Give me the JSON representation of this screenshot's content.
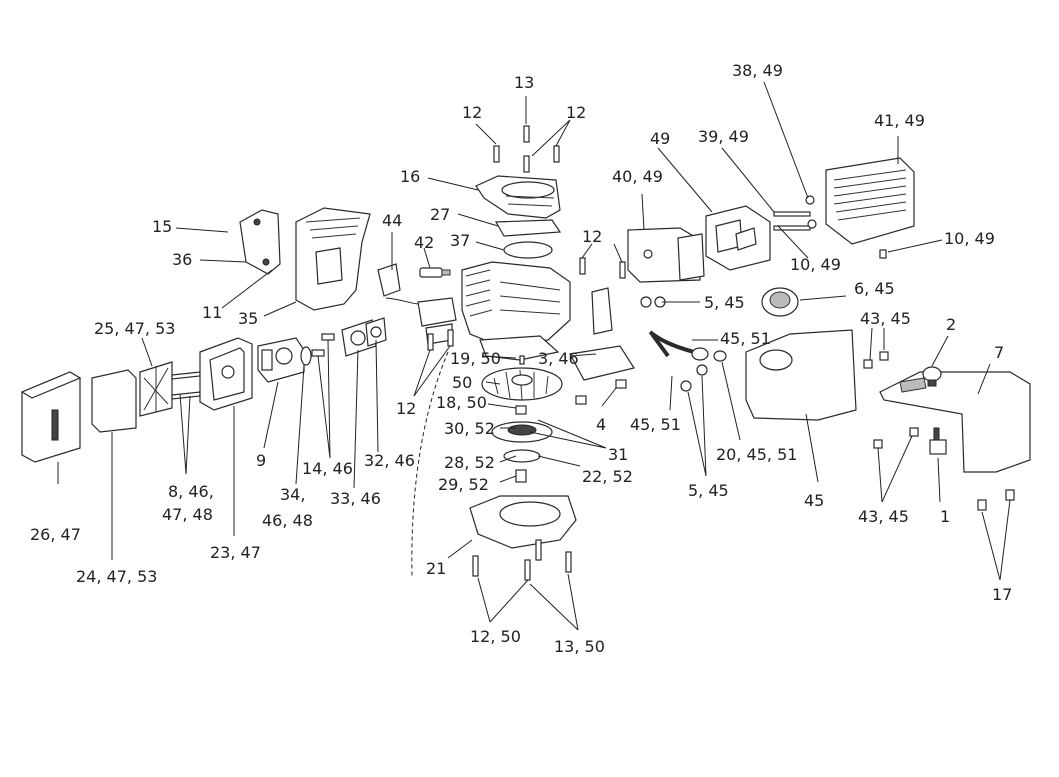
{
  "labels": {
    "l1": "1",
    "l2": "2",
    "l3_46": "3, 46",
    "l4": "4",
    "l5_45_top": "5, 45",
    "l5_45_bottom": "5, 45",
    "l6_45": "6, 45",
    "l7": "7",
    "l8": "8, 46,",
    "l8b": "47, 48",
    "l9": "9",
    "l10_49_a": "10, 49",
    "l10_49_b": "10, 49",
    "l11": "11",
    "l12_a": "12",
    "l12_b": "12",
    "l12_c": "12",
    "l12_d": "12",
    "l12_50": "12, 50",
    "l13": "13",
    "l13_50": "13, 50",
    "l14_46": "14, 46",
    "l15": "15",
    "l16": "16",
    "l17": "17",
    "l18_50": "18, 50",
    "l19_50": "19, 50",
    "l20": "20, 45, 51",
    "l21": "21",
    "l22_52": "22, 52",
    "l23_47": "23, 47",
    "l24": "24, 47, 53",
    "l25": "25, 47, 53",
    "l26_47": "26, 47",
    "l27": "27",
    "l28_52": "28, 52",
    "l29_52": "29, 52",
    "l30_52": "30, 52",
    "l31": "31",
    "l32_46": "32, 46",
    "l33_46": "33, 46",
    "l34": "34,",
    "l34b": "46, 48",
    "l35": "35",
    "l36": "36",
    "l37": "37",
    "l38_49": "38, 49",
    "l39_49": "39, 49",
    "l40_49": "40, 49",
    "l41_49": "41, 49",
    "l42": "42",
    "l43_45_a": "43, 45",
    "l43_45_b": "43, 45",
    "l44": "44",
    "l45": "45",
    "l45_51_a": "45, 51",
    "l45_51_b": "45, 51",
    "l49": "49",
    "l50": "50"
  }
}
